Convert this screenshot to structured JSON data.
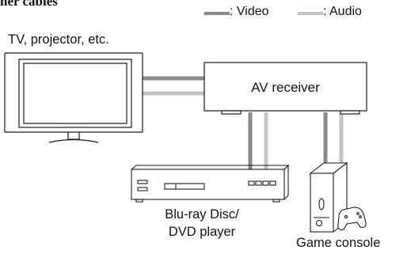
{
  "heading_fragment": "her cables",
  "legend": {
    "items": [
      {
        "label": ": Video",
        "color": "#8a8a8a"
      },
      {
        "label": ": Audio",
        "color": "#c4c4c4"
      }
    ]
  },
  "devices": {
    "tv": {
      "label": "TV, projector, etc."
    },
    "receiver": {
      "label": "AV receiver"
    },
    "player": {
      "line1": "Blu-ray Disc/",
      "line2": "DVD player"
    },
    "console": {
      "label": "Game console"
    }
  },
  "colors": {
    "video": "#8a8a8a",
    "audio": "#c4c4c4",
    "outline": "#1a1a1a"
  }
}
